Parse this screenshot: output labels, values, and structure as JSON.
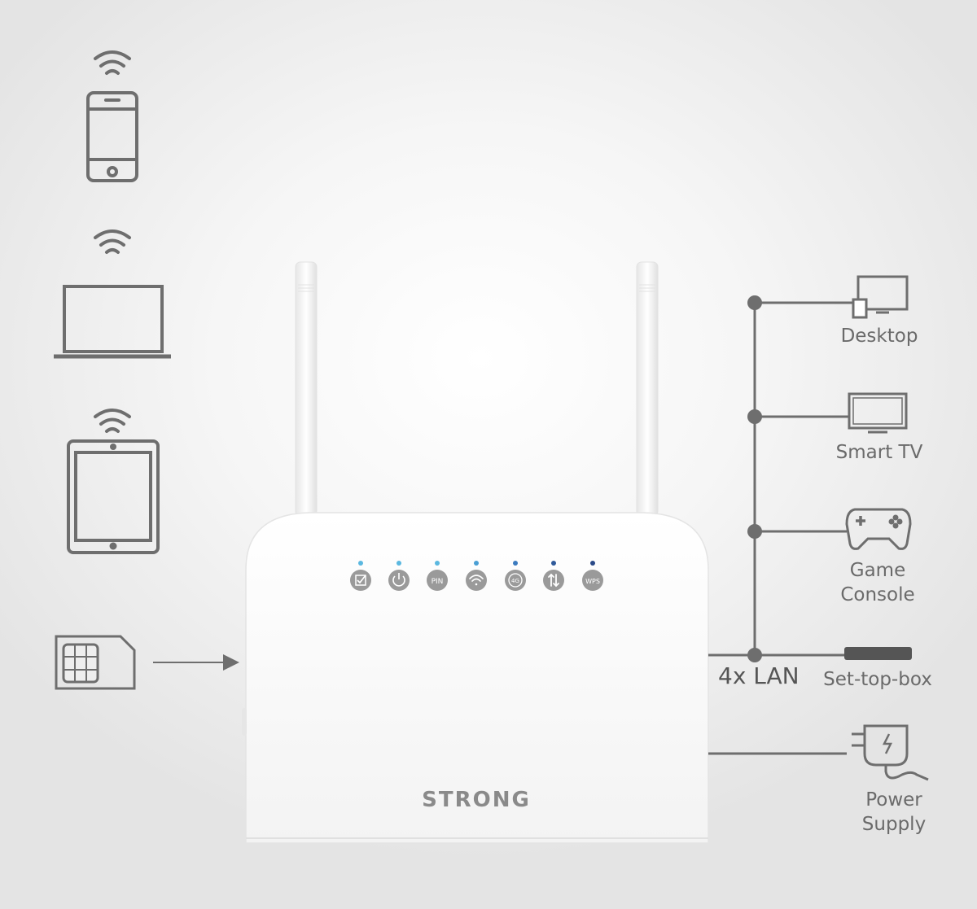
{
  "router": {
    "brand": "STRONG",
    "leds": [
      {
        "label": "",
        "icon": "check-icon",
        "dot_color": "#5bb8e0"
      },
      {
        "label": "",
        "icon": "power-icon",
        "dot_color": "#5bb8e0"
      },
      {
        "label": "PIN",
        "icon": "pin-icon",
        "dot_color": "#5bb8e0"
      },
      {
        "label": "",
        "icon": "wifi-icon",
        "dot_color": "#4a9fd4"
      },
      {
        "label": "4G",
        "icon": "4g-icon",
        "dot_color": "#3b7bbf"
      },
      {
        "label": "",
        "icon": "signal-icon",
        "dot_color": "#2f5a9a"
      },
      {
        "label": "WPS",
        "icon": "wps-icon",
        "dot_color": "#2a4a88"
      }
    ]
  },
  "wireless_devices": [
    {
      "name": "smartphone",
      "icon": "smartphone-icon"
    },
    {
      "name": "laptop",
      "icon": "laptop-icon"
    },
    {
      "name": "tablet",
      "icon": "tablet-icon"
    }
  ],
  "sim": {
    "icon": "sim-card-icon"
  },
  "lan": {
    "label": "4x LAN",
    "devices": [
      {
        "label": "Desktop",
        "icon": "desktop-icon"
      },
      {
        "label": "Smart TV",
        "icon": "tv-icon"
      },
      {
        "label_line1": "Game",
        "label_line2": "Console",
        "icon": "gamepad-icon"
      },
      {
        "label": "Set-top-box",
        "icon": "set-top-box-icon"
      }
    ]
  },
  "power": {
    "label_line1": "Power",
    "label_line2": "Supply",
    "icon": "power-adapter-icon"
  },
  "colors": {
    "icon_gray": "#6e6e6e",
    "line_gray": "#6e6e6e",
    "router_white": "#fbfbfb"
  }
}
